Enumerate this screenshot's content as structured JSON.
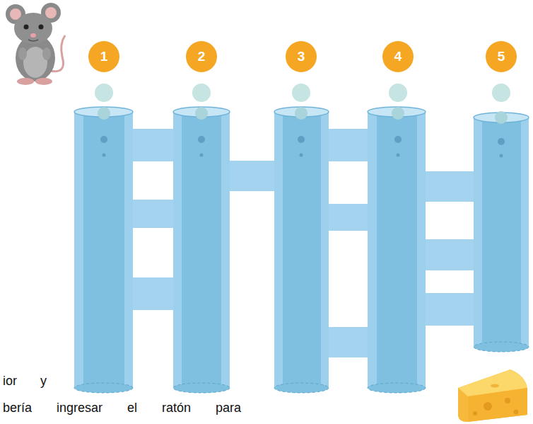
{
  "diagram": {
    "nodes": [
      {
        "text": [
          "1"
        ]
      },
      {
        "text": [
          "2"
        ]
      },
      {
        "text": [
          "3"
        ]
      },
      {
        "text": [
          "4"
        ]
      },
      {
        "text": [
          "5"
        ]
      }
    ],
    "labels": [
      "ior y",
      "bería ingresar el ratón para"
    ]
  }
}
